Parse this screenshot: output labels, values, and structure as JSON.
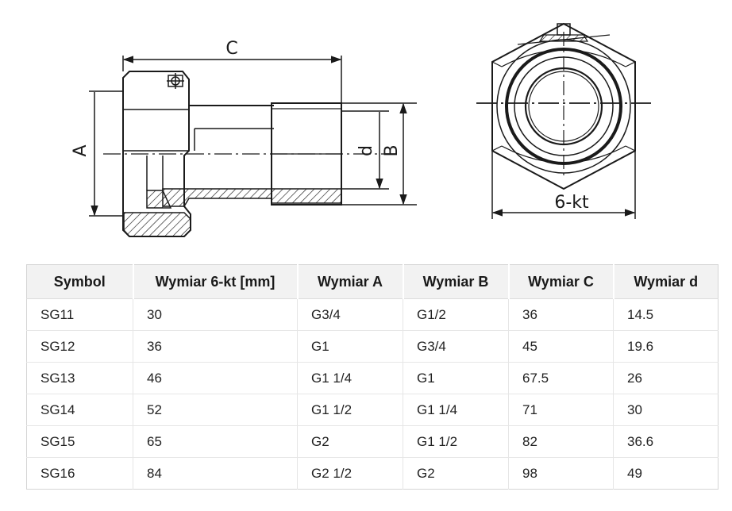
{
  "drawing": {
    "side_view": {
      "label_c": "C",
      "label_a": "A",
      "label_d": "d",
      "label_b": "B"
    },
    "front_view": {
      "label_hex": "6-kt"
    }
  },
  "table": {
    "headers": [
      "Symbol",
      "Wymiar 6-kt [mm]",
      "Wymiar A",
      "Wymiar B",
      "Wymiar C",
      "Wymiar d"
    ],
    "rows": [
      [
        "SG11",
        "30",
        "G3/4",
        "G1/2",
        "36",
        "14.5"
      ],
      [
        "SG12",
        "36",
        "G1",
        "G3/4",
        "45",
        "19.6"
      ],
      [
        "SG13",
        "46",
        "G1 1/4",
        "G1",
        "67.5",
        "26"
      ],
      [
        "SG14",
        "52",
        "G1 1/2",
        "G1 1/4",
        "71",
        "30"
      ],
      [
        "SG15",
        "65",
        "G2",
        "G1 1/2",
        "82",
        "36.6"
      ],
      [
        "SG16",
        "84",
        "G2 1/2",
        "G2",
        "98",
        "49"
      ]
    ]
  }
}
